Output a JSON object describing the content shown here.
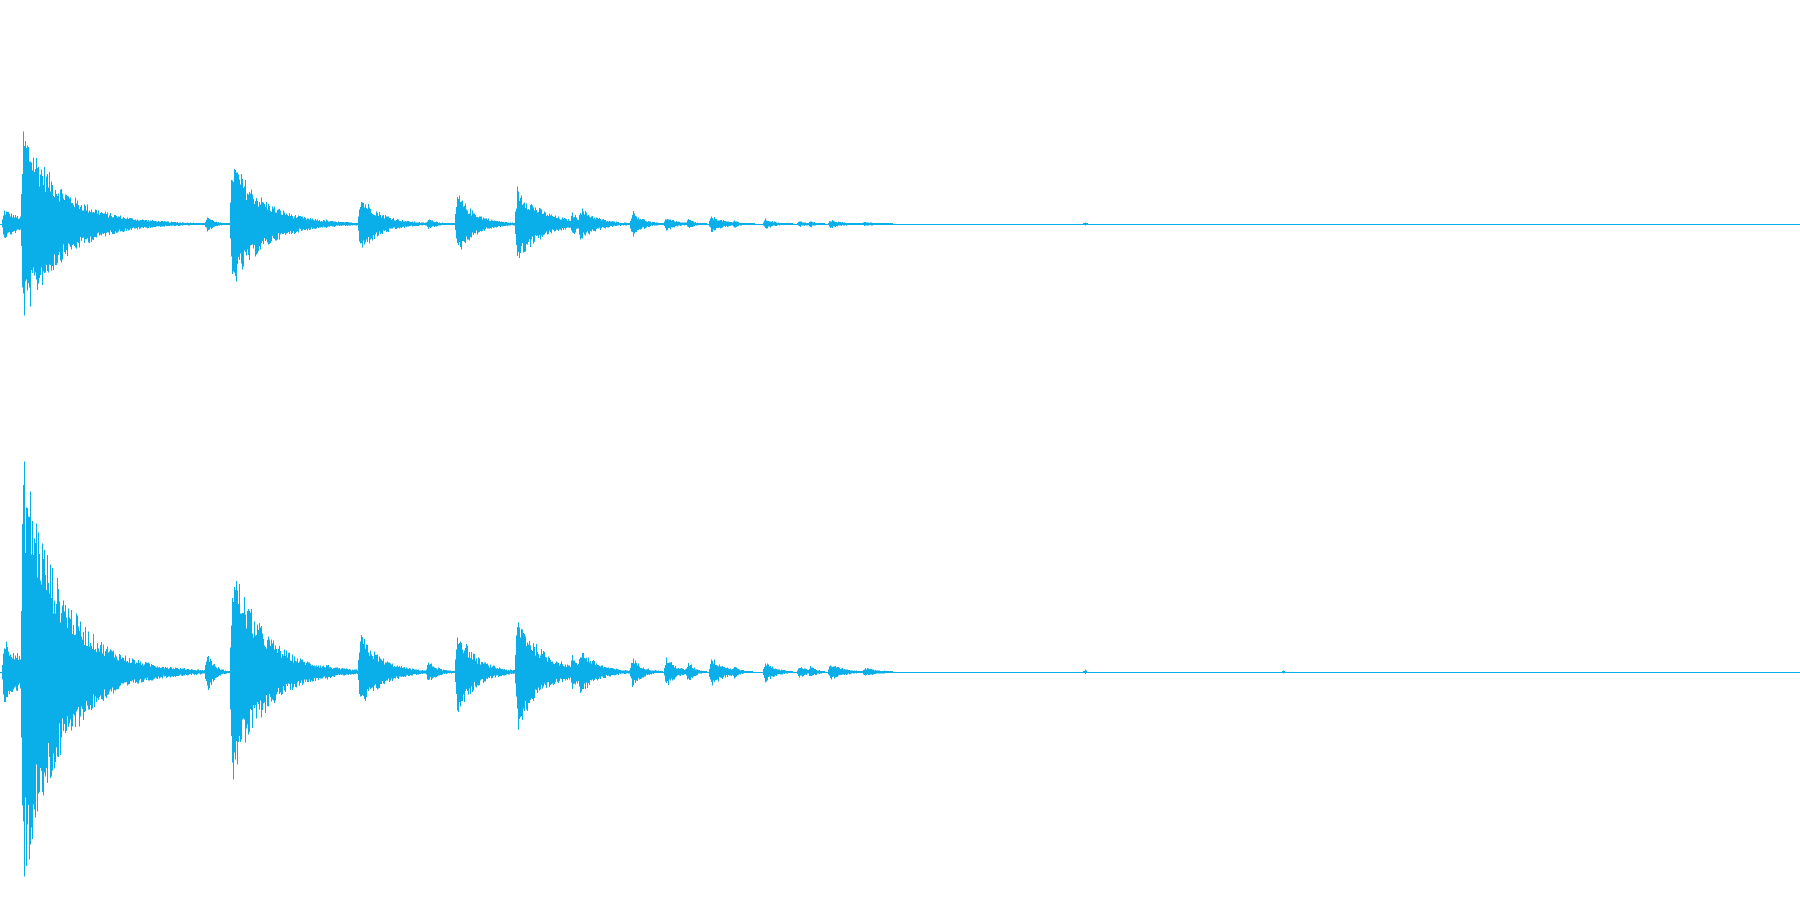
{
  "waveform": {
    "color": "#0aaee8",
    "background": "#ffffff",
    "channels": [
      {
        "name": "left",
        "events": [
          {
            "t": 0.002,
            "amp": 0.14,
            "decay": 0.012
          },
          {
            "t": 0.013,
            "amp": 0.9,
            "decay": 0.022
          },
          {
            "t": 0.025,
            "amp": 0.16,
            "decay": 0.02
          },
          {
            "t": 0.115,
            "amp": 0.08,
            "decay": 0.004
          },
          {
            "t": 0.129,
            "amp": 0.6,
            "decay": 0.018
          },
          {
            "t": 0.151,
            "amp": 0.07,
            "decay": 0.012
          },
          {
            "t": 0.181,
            "amp": 0.04,
            "decay": 0.006
          },
          {
            "t": 0.2,
            "amp": 0.27,
            "decay": 0.012
          },
          {
            "t": 0.238,
            "amp": 0.05,
            "decay": 0.006
          },
          {
            "t": 0.254,
            "amp": 0.29,
            "decay": 0.01
          },
          {
            "t": 0.287,
            "amp": 0.35,
            "decay": 0.014
          },
          {
            "t": 0.318,
            "amp": 0.11,
            "decay": 0.006
          },
          {
            "t": 0.322,
            "amp": 0.16,
            "decay": 0.01
          },
          {
            "t": 0.351,
            "amp": 0.13,
            "decay": 0.006
          },
          {
            "t": 0.37,
            "amp": 0.07,
            "decay": 0.006
          },
          {
            "t": 0.382,
            "amp": 0.05,
            "decay": 0.004
          },
          {
            "t": 0.395,
            "amp": 0.08,
            "decay": 0.008
          },
          {
            "t": 0.408,
            "amp": 0.04,
            "decay": 0.004
          },
          {
            "t": 0.425,
            "amp": 0.05,
            "decay": 0.006
          },
          {
            "t": 0.444,
            "amp": 0.03,
            "decay": 0.005
          },
          {
            "t": 0.45,
            "amp": 0.03,
            "decay": 0.004
          },
          {
            "t": 0.461,
            "amp": 0.04,
            "decay": 0.008
          },
          {
            "t": 0.48,
            "amp": 0.02,
            "decay": 0.01
          },
          {
            "t": 0.603,
            "amp": 0.015,
            "decay": 0.001
          }
        ]
      },
      {
        "name": "right",
        "events": [
          {
            "t": 0.002,
            "amp": 0.16,
            "decay": 0.012
          },
          {
            "t": 0.013,
            "amp": 1.0,
            "decay": 0.022
          },
          {
            "t": 0.025,
            "amp": 0.14,
            "decay": 0.02
          },
          {
            "t": 0.115,
            "amp": 0.1,
            "decay": 0.004
          },
          {
            "t": 0.129,
            "amp": 0.51,
            "decay": 0.018
          },
          {
            "t": 0.151,
            "amp": 0.07,
            "decay": 0.012
          },
          {
            "t": 0.181,
            "amp": 0.04,
            "decay": 0.006
          },
          {
            "t": 0.2,
            "amp": 0.18,
            "decay": 0.012
          },
          {
            "t": 0.238,
            "amp": 0.05,
            "decay": 0.006
          },
          {
            "t": 0.254,
            "amp": 0.21,
            "decay": 0.01
          },
          {
            "t": 0.287,
            "amp": 0.27,
            "decay": 0.014
          },
          {
            "t": 0.318,
            "amp": 0.08,
            "decay": 0.006
          },
          {
            "t": 0.322,
            "amp": 0.11,
            "decay": 0.01
          },
          {
            "t": 0.351,
            "amp": 0.07,
            "decay": 0.006
          },
          {
            "t": 0.37,
            "amp": 0.07,
            "decay": 0.006
          },
          {
            "t": 0.382,
            "amp": 0.05,
            "decay": 0.004
          },
          {
            "t": 0.395,
            "amp": 0.07,
            "decay": 0.008
          },
          {
            "t": 0.408,
            "amp": 0.03,
            "decay": 0.004
          },
          {
            "t": 0.425,
            "amp": 0.05,
            "decay": 0.006
          },
          {
            "t": 0.444,
            "amp": 0.03,
            "decay": 0.005
          },
          {
            "t": 0.45,
            "amp": 0.03,
            "decay": 0.004
          },
          {
            "t": 0.461,
            "amp": 0.04,
            "decay": 0.008
          },
          {
            "t": 0.48,
            "amp": 0.02,
            "decay": 0.01
          },
          {
            "t": 0.603,
            "amp": 0.012,
            "decay": 0.001
          },
          {
            "t": 0.713,
            "amp": 0.008,
            "decay": 0.001
          }
        ]
      }
    ]
  }
}
